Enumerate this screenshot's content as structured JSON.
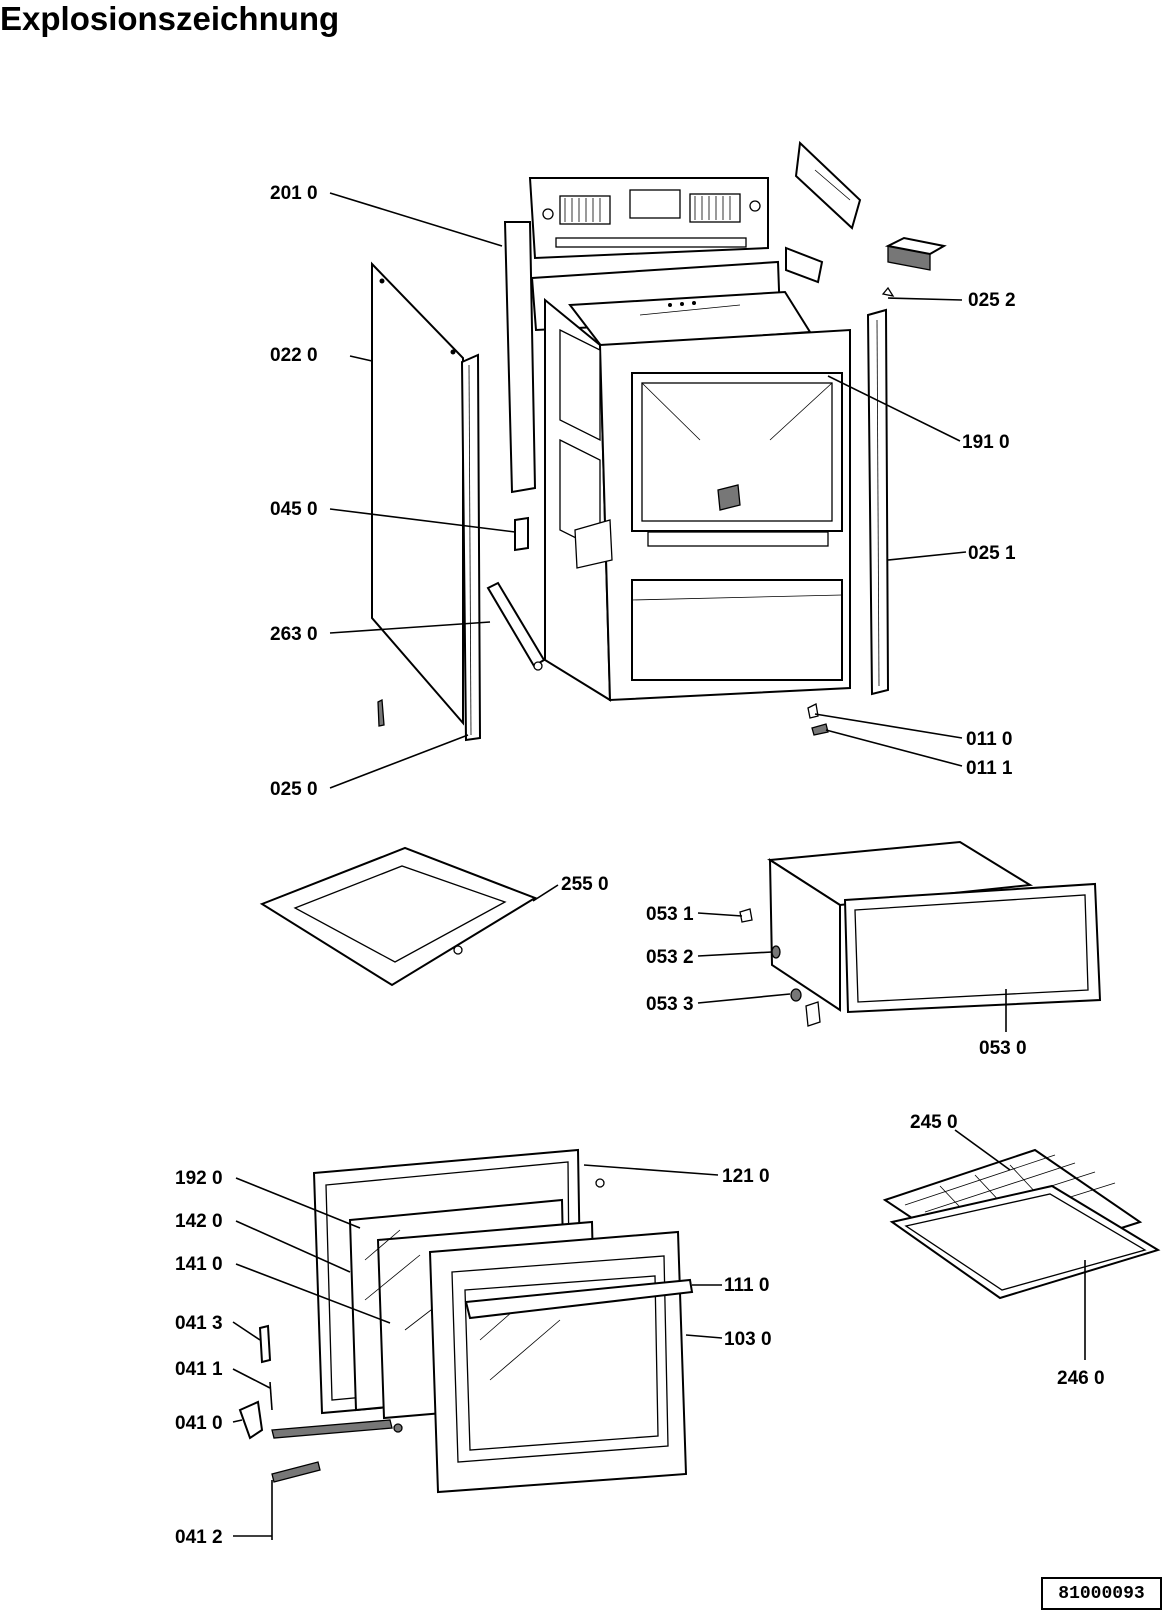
{
  "title": "Explosionszeichnung",
  "document_number": "81000093",
  "parts": [
    {
      "id": "p2010",
      "label": "201 0"
    },
    {
      "id": "p0220",
      "label": "022 0"
    },
    {
      "id": "p0450",
      "label": "045 0"
    },
    {
      "id": "p2630",
      "label": "263 0"
    },
    {
      "id": "p0250",
      "label": "025 0"
    },
    {
      "id": "p0252",
      "label": "025 2"
    },
    {
      "id": "p1910",
      "label": "191 0"
    },
    {
      "id": "p0251",
      "label": "025 1"
    },
    {
      "id": "p0110",
      "label": "011 0"
    },
    {
      "id": "p0111",
      "label": "011 1"
    },
    {
      "id": "p2550",
      "label": "255 0"
    },
    {
      "id": "p0531",
      "label": "053 1"
    },
    {
      "id": "p0532",
      "label": "053 2"
    },
    {
      "id": "p0533",
      "label": "053 3"
    },
    {
      "id": "p0530",
      "label": "053 0"
    },
    {
      "id": "p2450",
      "label": "245 0"
    },
    {
      "id": "p2460",
      "label": "246 0"
    },
    {
      "id": "p1920",
      "label": "192 0"
    },
    {
      "id": "p1420",
      "label": "142 0"
    },
    {
      "id": "p1410",
      "label": "141 0"
    },
    {
      "id": "p0413",
      "label": "041 3"
    },
    {
      "id": "p0411",
      "label": "041 1"
    },
    {
      "id": "p0410",
      "label": "041 0"
    },
    {
      "id": "p0412",
      "label": "041 2"
    },
    {
      "id": "p1210",
      "label": "121 0"
    },
    {
      "id": "p1110",
      "label": "111 0"
    },
    {
      "id": "p1030",
      "label": "103 0"
    }
  ]
}
